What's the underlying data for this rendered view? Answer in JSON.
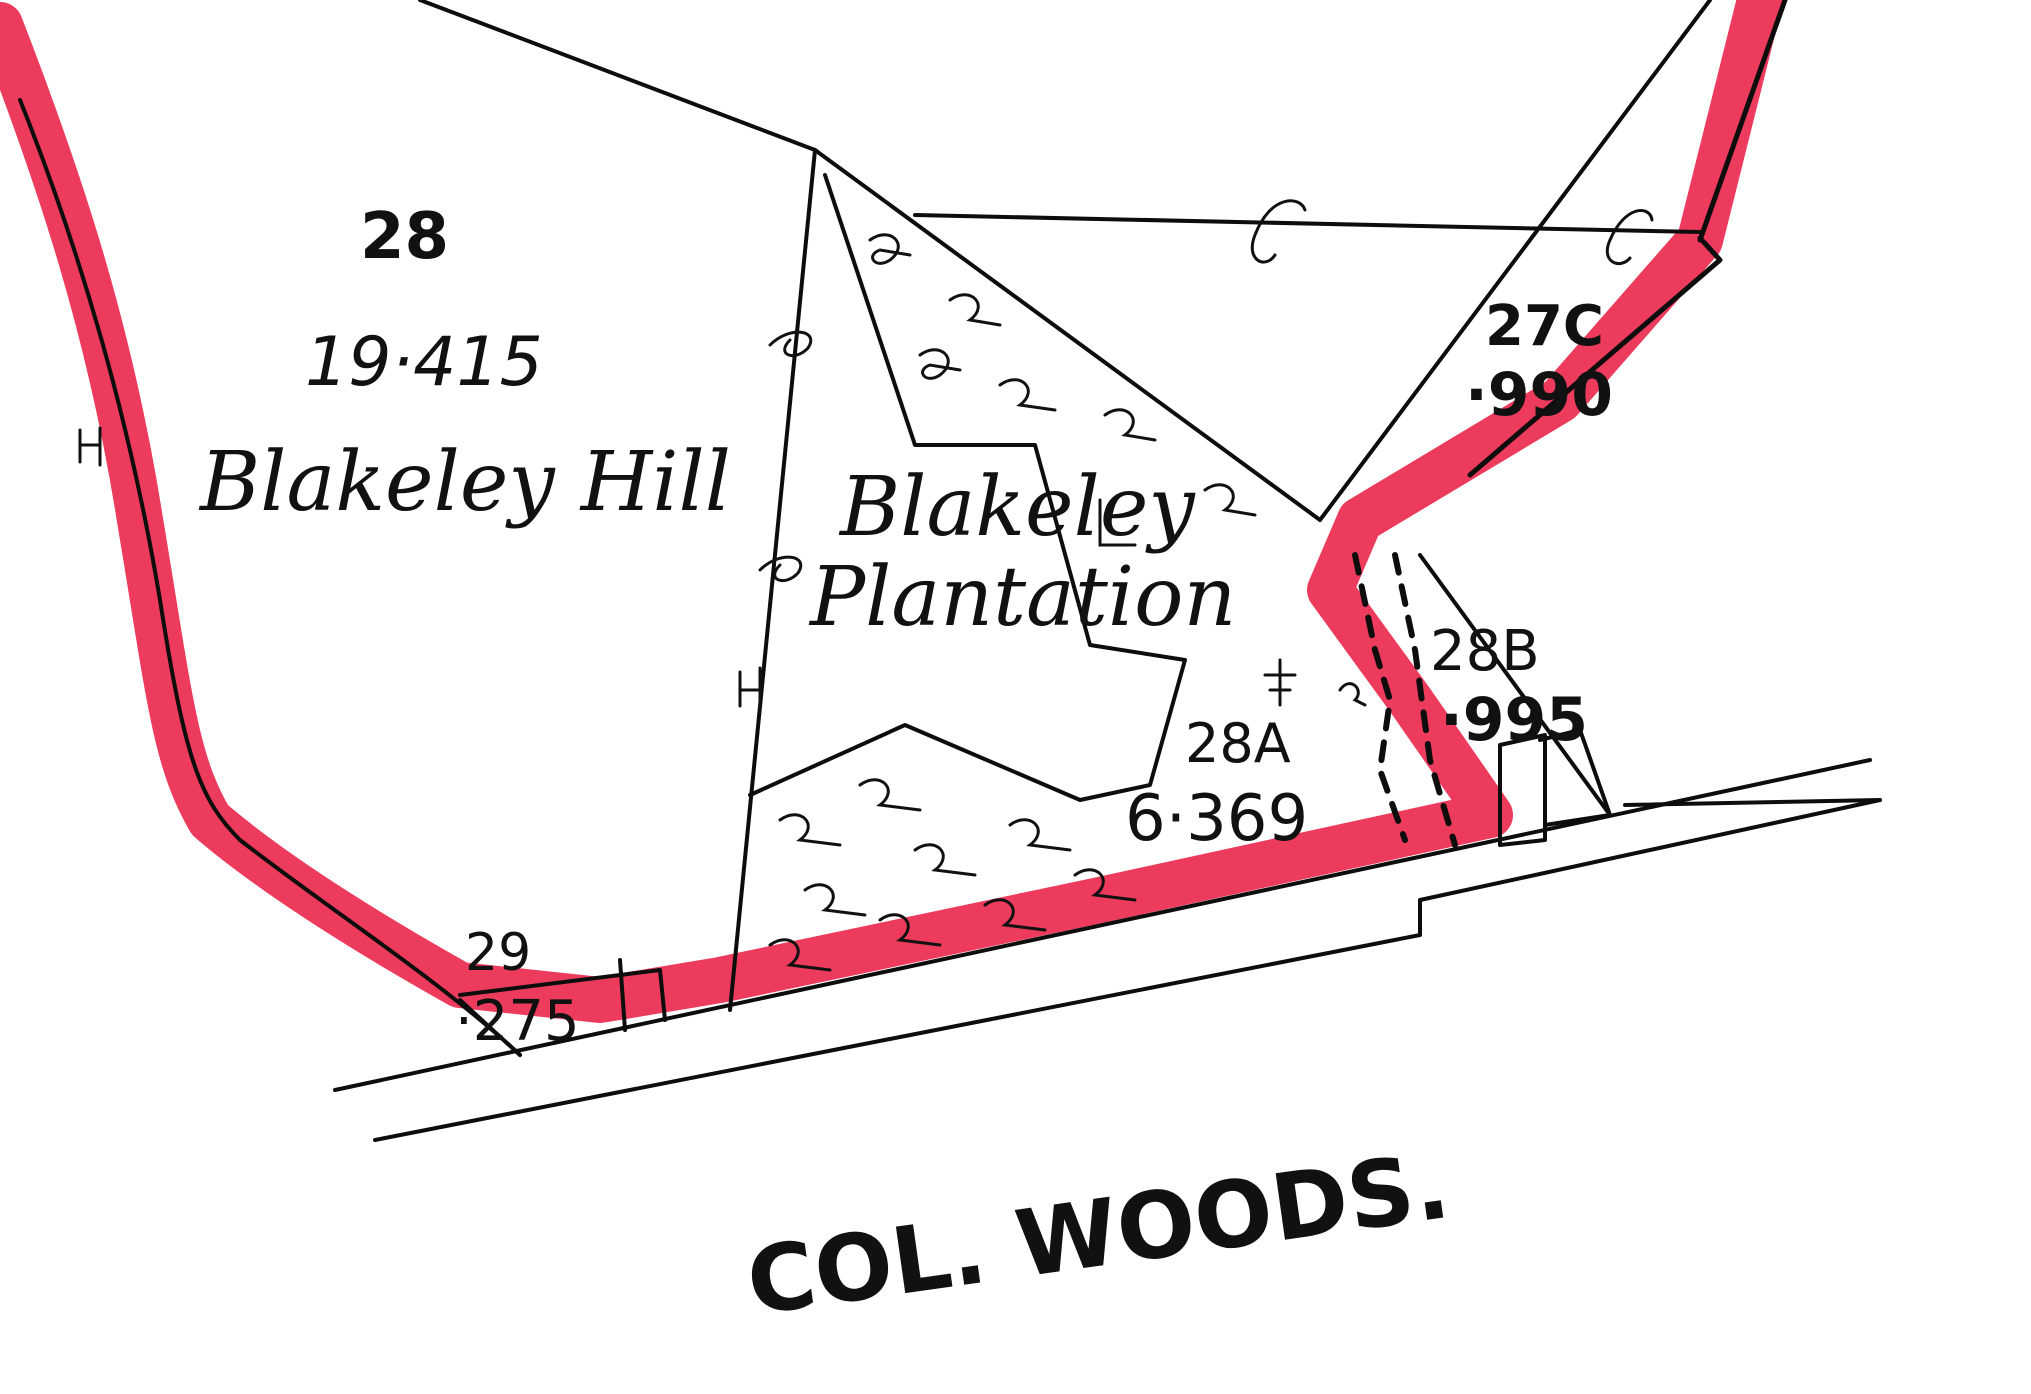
{
  "map": {
    "colors": {
      "boundary_highlight": "#ea2a4e",
      "ink": "#0d0d0d",
      "paper": "#ffffff"
    },
    "parcels": {
      "p28": {
        "number": "28",
        "area": "19·415",
        "name": "Blakeley Hill"
      },
      "p28a": {
        "number": "28A",
        "area": "6·369",
        "name": "Blakeley Plantation"
      },
      "p28b": {
        "number": "28B",
        "area": "·995"
      },
      "p27c": {
        "number": "27C",
        "area": "·990"
      },
      "p29": {
        "number": "29",
        "area": "·275"
      }
    },
    "region_label": "COL. WOODS."
  }
}
